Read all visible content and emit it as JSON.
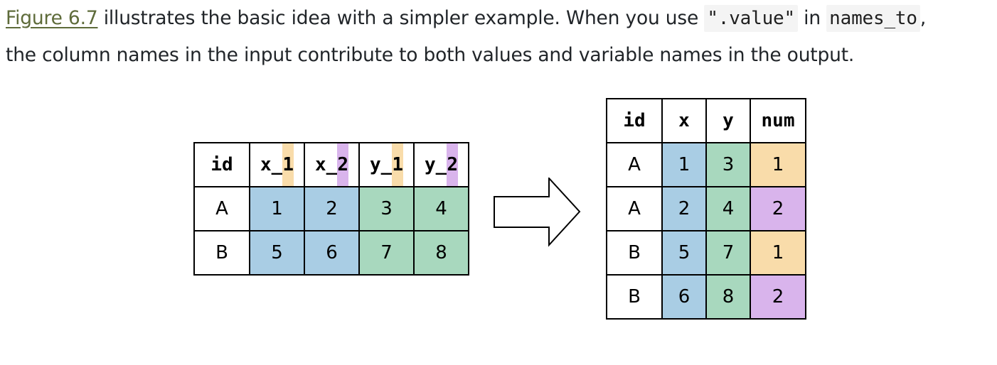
{
  "paragraph": {
    "link_text": "Figure 6.7",
    "text_1": " illustrates the basic idea with a simpler example. When you use ",
    "code_value": "\".value\"",
    "text_2": " in ",
    "code_names_to": "names_to",
    "text_3": ",",
    "line_2": "the column names in the input contribute to both values and variable names in the output."
  },
  "colors": {
    "x_fill": "#a9cde4",
    "y_fill": "#a8d8be",
    "suffix_1": "#f9dcaa",
    "suffix_2": "#d9b4ec"
  },
  "left_table": {
    "header": {
      "id": "id",
      "x_1": {
        "prefix": "x_",
        "suffix": "1"
      },
      "x_2": {
        "prefix": "x_",
        "suffix": "2"
      },
      "y_1": {
        "prefix": "y_",
        "suffix": "1"
      },
      "y_2": {
        "prefix": "y_",
        "suffix": "2"
      }
    },
    "rows": [
      {
        "id": "A",
        "x_1": "1",
        "x_2": "2",
        "y_1": "3",
        "y_2": "4"
      },
      {
        "id": "B",
        "x_1": "5",
        "x_2": "6",
        "y_1": "7",
        "y_2": "8"
      }
    ]
  },
  "arrow_icon": "right-arrow-icon",
  "right_table": {
    "headers": [
      "id",
      "x",
      "y",
      "num"
    ],
    "rows": [
      {
        "id": "A",
        "x": "1",
        "y": "3",
        "num": "1"
      },
      {
        "id": "A",
        "x": "2",
        "y": "4",
        "num": "2"
      },
      {
        "id": "B",
        "x": "5",
        "y": "7",
        "num": "1"
      },
      {
        "id": "B",
        "x": "6",
        "y": "8",
        "num": "2"
      }
    ]
  }
}
